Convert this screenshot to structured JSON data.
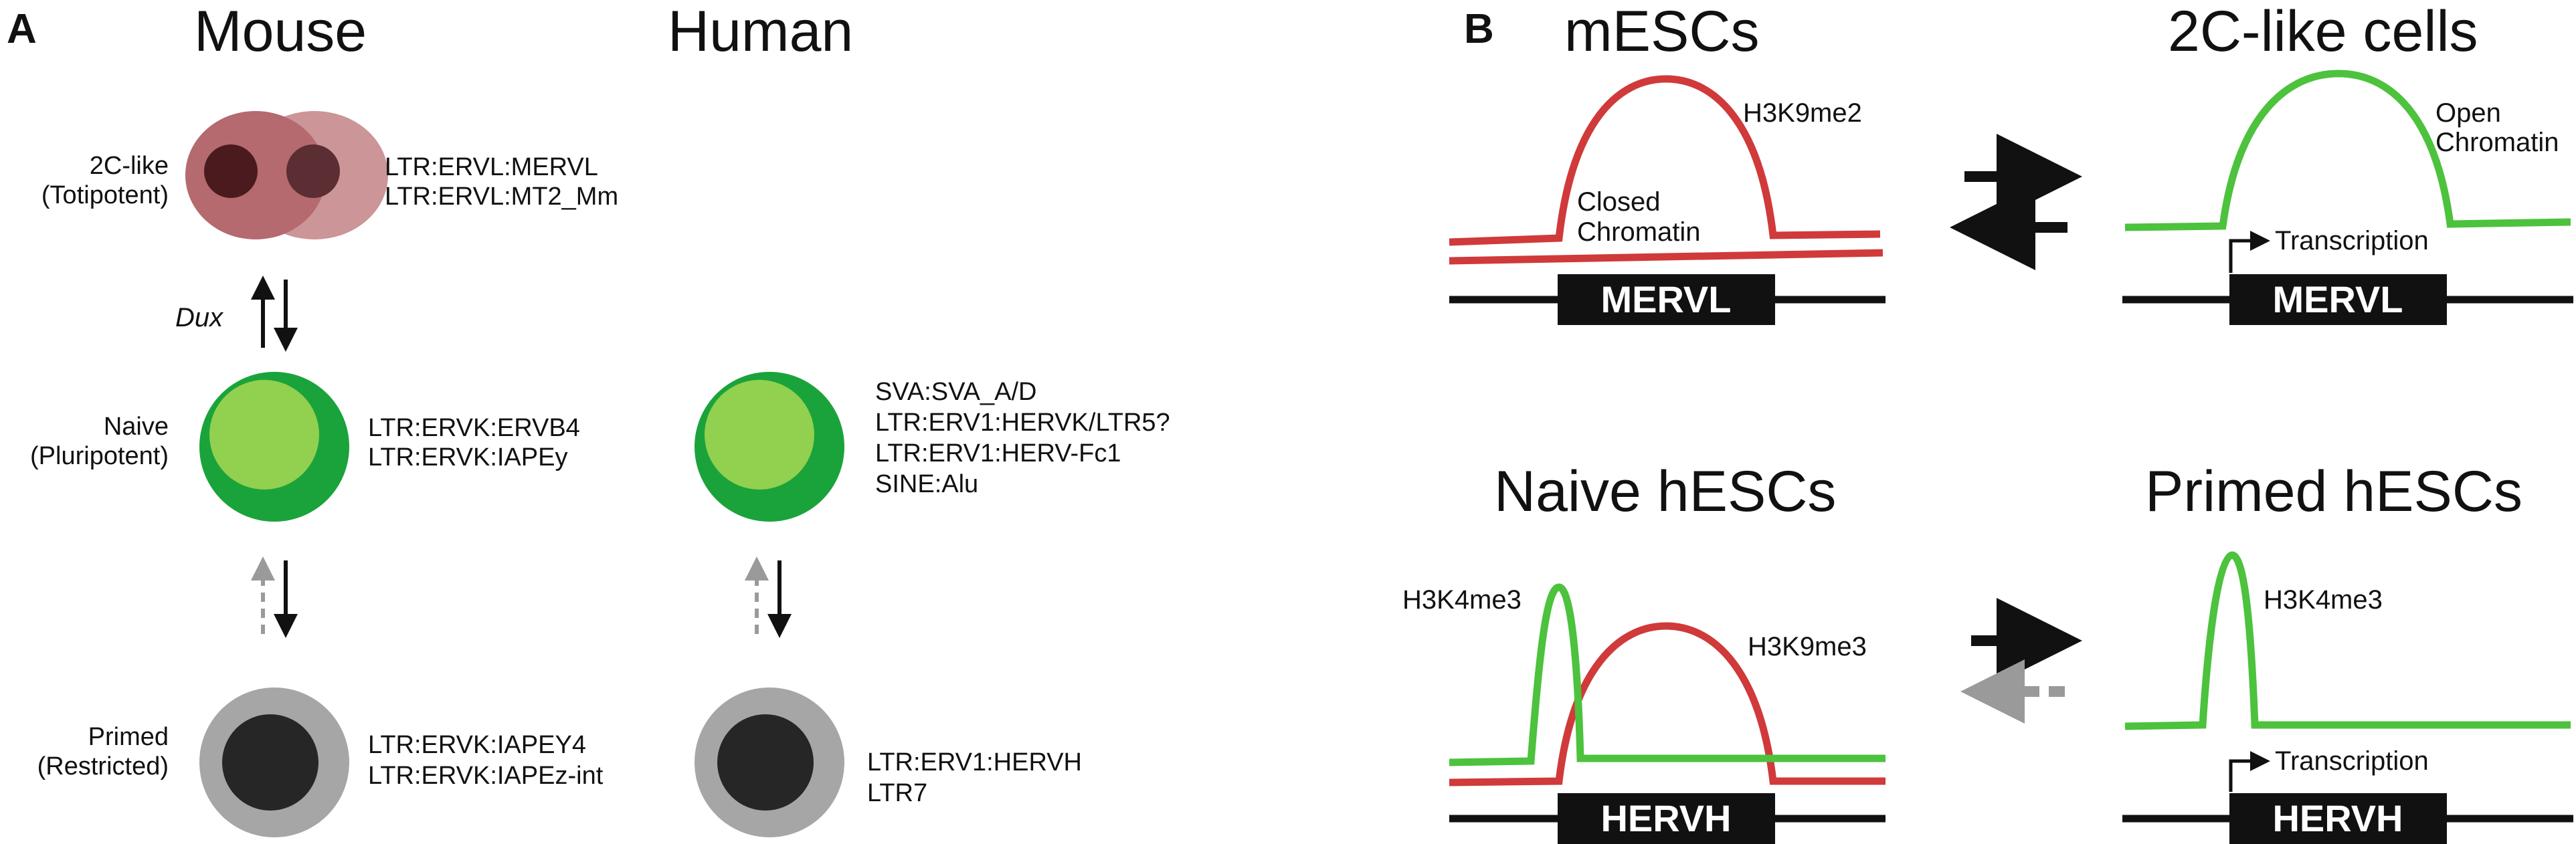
{
  "panelA": {
    "letter": "A",
    "species": {
      "mouse": "Mouse",
      "human": "Human"
    },
    "stages": {
      "twoC": [
        "2C-like",
        "(Totipotent)"
      ],
      "naive": [
        "Naive",
        "(Pluripotent)"
      ],
      "primed": [
        "Primed",
        "(Restricted)"
      ]
    },
    "dux_label": "Dux",
    "mouse_te": {
      "twoC": [
        "LTR:ERVL:MERVL",
        "LTR:ERVL:MT2_Mm"
      ],
      "naive": [
        "LTR:ERVK:ERVB4",
        "LTR:ERVK:IAPEy"
      ],
      "primed": [
        "LTR:ERVK:IAPEY4",
        "LTR:ERVK:IAPEz-int"
      ]
    },
    "human_te": {
      "naive": [
        "SVA:SVA_A/D",
        "LTR:ERV1:HERVK/LTR5?",
        "LTR:ERV1:HERV-Fc1",
        "SINE:Alu"
      ],
      "primed": [
        "LTR:ERV1:HERVH",
        "LTR7"
      ]
    }
  },
  "panelB": {
    "letter": "B",
    "top": {
      "left_title": "mESCs",
      "right_title": "2C-like cells",
      "mark_left": "H3K9me2",
      "closed_chromatin": [
        "Closed",
        "Chromatin"
      ],
      "open_chromatin": [
        "Open",
        "Chromatin"
      ],
      "transcription": "Transcription",
      "element": "MERVL"
    },
    "bottom": {
      "left_title": "Naive hESCs",
      "right_title": "Primed hESCs",
      "mark_active_left": "H3K4me3",
      "mark_repressive": "H3K9me3",
      "mark_active_right": "H3K4me3",
      "transcription": "Transcription",
      "element": "HERVH"
    }
  },
  "colors": {
    "red": "#d03a3a",
    "green": "#4cc23d",
    "green_dark": "#1aa33a",
    "green_light": "#92d050",
    "cell_pink_left": "#b46a6e",
    "cell_pink_right": "#cc9598",
    "nucleus_dark": "#4a1a1e",
    "primed_outer": "#a6a6a6",
    "primed_inner": "#262626",
    "gray_arrow": "#9a9a9a"
  }
}
